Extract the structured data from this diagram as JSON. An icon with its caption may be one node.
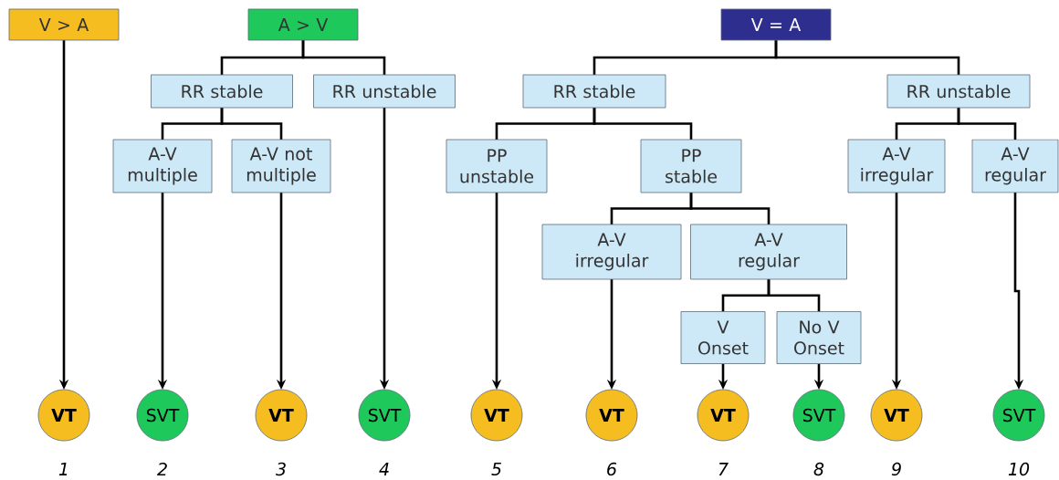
{
  "diagram": {
    "nodes": [
      {
        "text": [
          "V > A"
        ]
      },
      {
        "text": [
          "A > V"
        ]
      },
      {
        "text": [
          "RR stable"
        ]
      },
      {
        "text": [
          "RR unstable"
        ]
      },
      {
        "text": [
          "A-V multiple"
        ]
      },
      {
        "text": [
          "A-V not multiple"
        ]
      },
      {
        "text": [
          "V = A"
        ]
      },
      {
        "text": [
          "RR stable"
        ]
      },
      {
        "text": [
          "RR unstable"
        ]
      },
      {
        "text": [
          "PP unstable"
        ]
      },
      {
        "text": [
          "PP stable"
        ]
      },
      {
        "text": [
          "A-V irregular"
        ]
      },
      {
        "text": [
          "A-V regular"
        ]
      },
      {
        "text": [
          "V Onset"
        ]
      },
      {
        "text": [
          "No V Onset"
        ]
      },
      {
        "text": [
          "A-V irregular"
        ]
      },
      {
        "text": [
          "A-V regular"
        ]
      },
      {
        "text": [
          "VT"
        ]
      },
      {
        "text": [
          "SVT"
        ]
      },
      {
        "text": [
          "VT"
        ]
      },
      {
        "text": [
          "SVT"
        ]
      },
      {
        "text": [
          "VT"
        ]
      },
      {
        "text": [
          "VT"
        ]
      },
      {
        "text": [
          "VT"
        ]
      },
      {
        "text": [
          "SVT"
        ]
      },
      {
        "text": [
          "VT"
        ]
      },
      {
        "text": [
          "SVT"
        ]
      }
    ],
    "edges": [
      {
        "from": 0,
        "to": 17,
        "arrow": "to"
      },
      {
        "from": 1,
        "to": 2,
        "arrow": "none"
      },
      {
        "from": 1,
        "to": 3,
        "arrow": "none"
      },
      {
        "from": 2,
        "to": 4,
        "arrow": "none"
      },
      {
        "from": 2,
        "to": 5,
        "arrow": "none"
      },
      {
        "from": 4,
        "to": 18,
        "arrow": "to"
      },
      {
        "from": 5,
        "to": 19,
        "arrow": "to"
      },
      {
        "from": 3,
        "to": 20,
        "arrow": "to"
      },
      {
        "from": 6,
        "to": 7,
        "arrow": "none"
      },
      {
        "from": 6,
        "to": 8,
        "arrow": "none"
      },
      {
        "from": 7,
        "to": 9,
        "arrow": "none"
      },
      {
        "from": 7,
        "to": 10,
        "arrow": "none"
      },
      {
        "from": 9,
        "to": 21,
        "arrow": "to"
      },
      {
        "from": 10,
        "to": 11,
        "arrow": "none"
      },
      {
        "from": 10,
        "to": 12,
        "arrow": "none"
      },
      {
        "from": 11,
        "to": 22,
        "arrow": "to"
      },
      {
        "from": 12,
        "to": 13,
        "arrow": "none"
      },
      {
        "from": 12,
        "to": 14,
        "arrow": "none"
      },
      {
        "from": 13,
        "to": 23,
        "arrow": "to"
      },
      {
        "from": 14,
        "to": 24,
        "arrow": "to"
      },
      {
        "from": 8,
        "to": 15,
        "arrow": "none"
      },
      {
        "from": 8,
        "to": 16,
        "arrow": "none"
      },
      {
        "from": 15,
        "to": 25,
        "arrow": "to"
      },
      {
        "from": 16,
        "to": 26,
        "arrow": "to"
      }
    ],
    "labels": [
      "1",
      "2",
      "3",
      "4",
      "5",
      "6",
      "7",
      "8",
      "9",
      "10"
    ]
  }
}
